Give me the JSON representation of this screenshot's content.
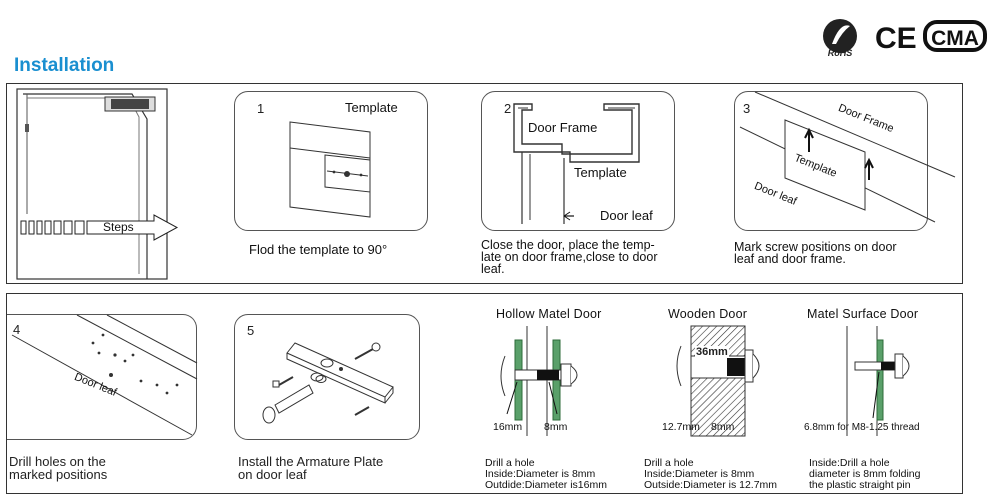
{
  "cert_marks": [
    "RoHS",
    "CE",
    "CMA"
  ],
  "section_title": "Installation",
  "top": {
    "steps_label": "Steps",
    "step1": {
      "num": "1",
      "title": "Template",
      "caption": "Flod the template to 90°"
    },
    "step2": {
      "num": "2",
      "frame": "Door Frame",
      "template": "Template",
      "leaf": "Door leaf",
      "caption": [
        "Close the door, place the temp-",
        "late on door frame,close to door",
        "leaf."
      ]
    },
    "step3": {
      "num": "3",
      "frame": "Door Frame",
      "template": "Template",
      "leaf": "Door leaf",
      "caption": [
        "Mark screw positions on door",
        "leaf and door frame."
      ]
    }
  },
  "bottom": {
    "step4": {
      "num": "4",
      "leaf": "Door leaf",
      "caption": [
        "Drill holes on the",
        "marked positions"
      ]
    },
    "step5": {
      "num": "5",
      "caption": [
        "Install the Armature Plate",
        "on door leaf"
      ]
    },
    "hollow": {
      "title": "Hollow Matel Door",
      "dim1": "16mm",
      "dim2": "8mm",
      "caption": [
        "Drill a hole",
        "Inside:Diameter is 8mm",
        "Outdide:Diameter is16mm"
      ]
    },
    "wooden": {
      "title": "Wooden Door",
      "depth": "36mm",
      "dim1": "12.7mm",
      "dim2": "8mm",
      "caption": [
        "Drill a hole",
        "Inside:Diameter is 8mm",
        "Outside:Diameter is 12.7mm"
      ]
    },
    "surface": {
      "title": "Matel Surface Door",
      "dim": "6.8mm for M8-1.25 thread",
      "caption": [
        "Inside:Drill a hole",
        "diameter is 8mm folding",
        "the plastic straight pin"
      ]
    }
  }
}
